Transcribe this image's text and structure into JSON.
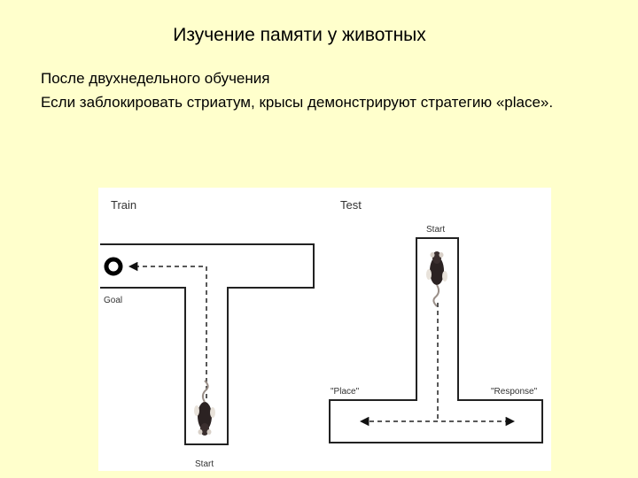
{
  "slide": {
    "title": "Изучение памяти у животных",
    "line1": "После двухнедельного обучения",
    "line2": "Если заблокировать стриатум, крысы демонстрируют стратегию «place»."
  },
  "figure": {
    "train": {
      "label": "Train",
      "goal_label": "Goal",
      "start_label": "Start"
    },
    "test": {
      "label": "Test",
      "start_label": "Start",
      "place_label": "\"Place\"",
      "response_label": "\"Response\""
    },
    "icons": [
      "goal-ring-icon",
      "rat-icon"
    ]
  }
}
